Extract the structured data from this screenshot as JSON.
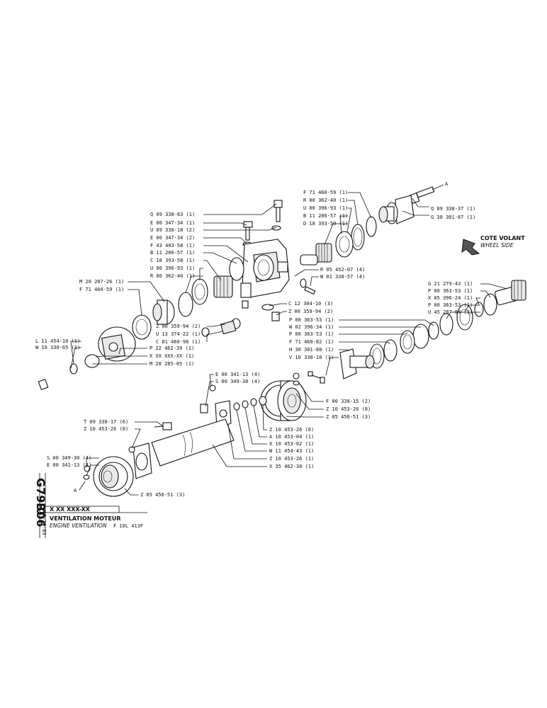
{
  "doc_code_1": "B06",
  "doc_code_2": "G79.0",
  "ref_box": "X XX XXX-XX",
  "date": "15-12-83",
  "title_fr": "VENTILATION MOTEUR",
  "title_en": "ENGINE VENTILATION",
  "model": "F 10L 413F",
  "side_fr": "COTE VOLANT",
  "side_en": "WHEEL SIDE",
  "marker_a": "A",
  "labels": {
    "tr1": "F 71 460-59 (1)",
    "tr2": "R 00 362-40 (1)",
    "tr3": "U 00 396-93 (1)",
    "tr4": "B 11 286-57 (1)",
    "tr5": "D 18 393-59 (1)",
    "tr6": "Q 09 338-37 (1)",
    "tr7": "G 30 301-87 (1)",
    "tc1": "Q 09 338-83 (1)",
    "tc2": "E 00 347-34 (1)",
    "tc3": "U 09 338-18 (2)",
    "tc4": "E 00 347-34 (2)",
    "tc5": "F 43 403-58 (1)",
    "tc6": "B 11 286-57 (1)",
    "tc7": "C 18 393-58 (1)",
    "tc8": "U 00 396-93 (1)",
    "tc9": "R 00 362-40 (1)",
    "ml1": "R 05 452-07 (4)",
    "ml2": "W 01 338-57 (4)",
    "ml3": "C 12 304-10 (3)",
    "ml4": "Z 00 359-94 (2)",
    "lf1": "M 20 287-26 (1)",
    "lf2": "F 71 460-59 (1)",
    "lc1": "Z 00 359-94 (2)",
    "lc2": "U 13 374-22 (1)",
    "lc3": "C 01 460-98 (1)",
    "lc4": "P 22 462-39 (1)",
    "lc5": "X XX XXX-XX (1)",
    "lc6": "M 28 285-05 (1)",
    "lb1": "L 11 454-10 (1)",
    "lb2": "W 10 330-65 (1)",
    "rs1": "G 21 279-43 (1)",
    "rs2": "P 00 363-53 (1)",
    "rs3": "X 05 396-24 (1)",
    "rs4": "P 00 363-53 (1)",
    "rs5": "U 45 287-64 (1)",
    "rc1": "P 00 363-53 (1)",
    "rc2": "W 02 396-34 (1)",
    "rc3": "P 00 363-53 (1)",
    "rc4": "F 71 460-82 (1)",
    "rc5": "H 30 301-88 (1)",
    "rc6": "V 10 330-18 (1)",
    "cn1": "E 00 341-13 (4)",
    "cn2": "S 00 349-30 (4)",
    "fr1": "F 00 338-15 (2)",
    "fr2": "Z 10 453-26 (8)",
    "fr3": "Z 05 456-51 (3)",
    "st1": "Z 10 453-26 (8)",
    "st2": "A 10 453-04 (1)",
    "st3": "X 10 453-02 (1)",
    "st4": "W 11 454-43 (1)",
    "st5": "Z 10 453-26 (1)",
    "st6": "X 35 462-30 (1)",
    "bl1": "T 09 338-17 (6)",
    "bl2": "Z 10 453-26 (8)",
    "bl3": "S 00 349-30 (4)",
    "bl4": "E 00 341-13 (4)",
    "bl5": "Z 05 456-51 (3)"
  }
}
